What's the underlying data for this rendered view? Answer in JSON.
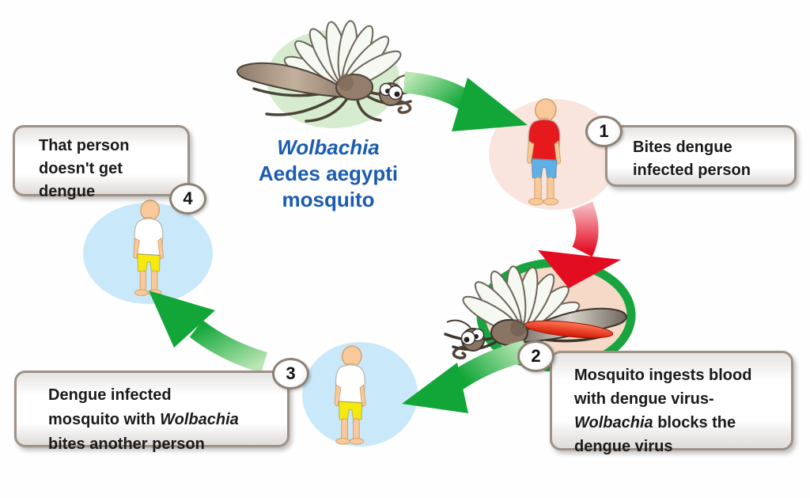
{
  "title": {
    "line1_italic": "Wolbachia",
    "line2": "Aedes aegypti",
    "line3": "mosquito"
  },
  "steps": [
    {
      "number": "1",
      "lines": [
        {
          "text": "Bites dengue"
        },
        {
          "text": "infected person"
        }
      ]
    },
    {
      "number": "2",
      "lines": [
        {
          "text": "Mosquito ingests blood"
        },
        {
          "text": "with dengue virus-"
        },
        {
          "italic": "Wolbachia",
          "post": " blocks the"
        },
        {
          "text": "dengue virus"
        }
      ]
    },
    {
      "number": "3",
      "lines": [
        {
          "text": "Dengue infected"
        },
        {
          "pre": "mosquito with ",
          "italic": "Wolbachia"
        },
        {
          "text": "bites another person"
        }
      ]
    },
    {
      "number": "4",
      "lines": [
        {
          "text": "That person"
        },
        {
          "text": "doesn't get"
        },
        {
          "text": "dengue"
        }
      ]
    }
  ],
  "colors": {
    "arrow_green": "#16a63a",
    "arrow_red": "#e30d22",
    "title_blue": "#1b5cb0",
    "ellipse_green": "#d5ecce",
    "ellipse_pink": "#fae4de",
    "ellipse_blue": "#c9e9fa",
    "ring_green": "#18a43e",
    "callout_border": "#9e9186",
    "text_black": "#1a1a1a"
  }
}
